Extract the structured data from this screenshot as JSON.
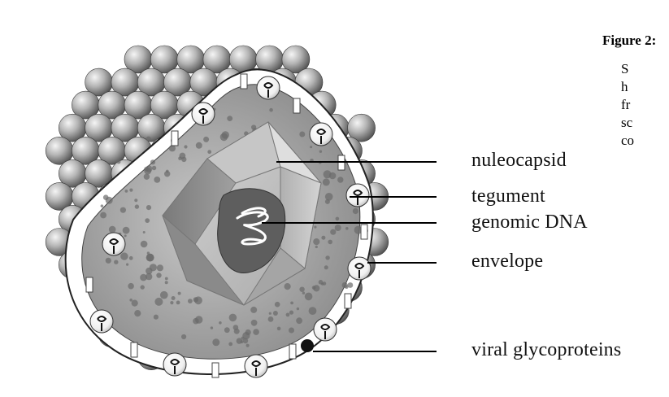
{
  "figure": {
    "title": "Figure 2:",
    "caption_lines": [
      "S",
      "h",
      "fr",
      "sc",
      "co"
    ]
  },
  "labels": {
    "nucleocapsid": "nuleocapsid",
    "tegument": "tegument",
    "genomic_dna": "genomic DNA",
    "envelope": "envelope",
    "glycoproteins": "viral glycoproteins"
  },
  "colors": {
    "outer_spheres": "#8a8a8a",
    "envelope_band": "#ffffff",
    "tegument_fill": "#9a9a9a",
    "capsid_fill": "#b8b8b8",
    "core_fill": "#5a5a5a",
    "leader_line": "#000000"
  }
}
